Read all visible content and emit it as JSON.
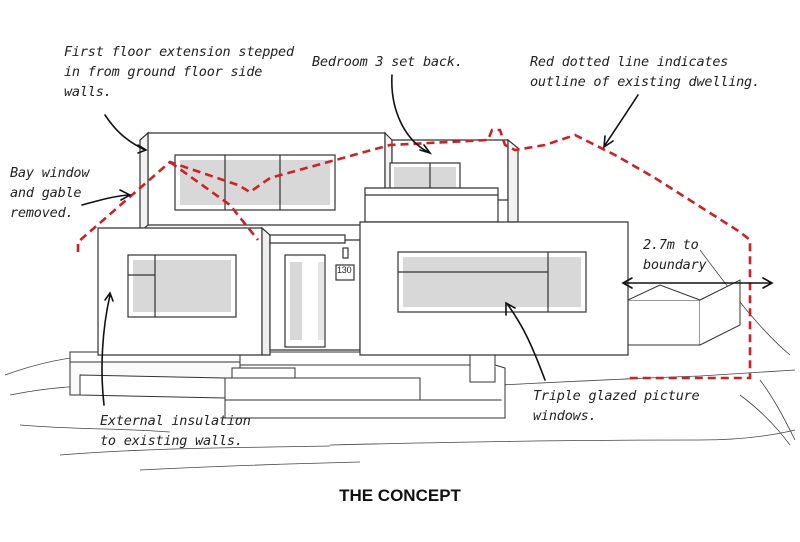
{
  "title": "THE CONCEPT",
  "house_number": "130",
  "annotations": {
    "first_floor": [
      "First floor extension stepped",
      "in from ground floor side",
      "walls."
    ],
    "bedroom": [
      "Bedroom 3 set back."
    ],
    "red_line": [
      "Red dotted line indicates",
      "outline of existing dwelling."
    ],
    "bay_window": [
      "Bay window",
      "and gable",
      "removed."
    ],
    "boundary": [
      "2.7m to",
      "boundary"
    ],
    "insulation": [
      "External insulation",
      "to existing walls."
    ],
    "glazing": [
      "Triple glazed picture",
      "windows."
    ]
  },
  "colors": {
    "outline": "#d11f24",
    "line": "#333333",
    "shadow": "#d8d8d8",
    "wall": "#ffffff"
  }
}
